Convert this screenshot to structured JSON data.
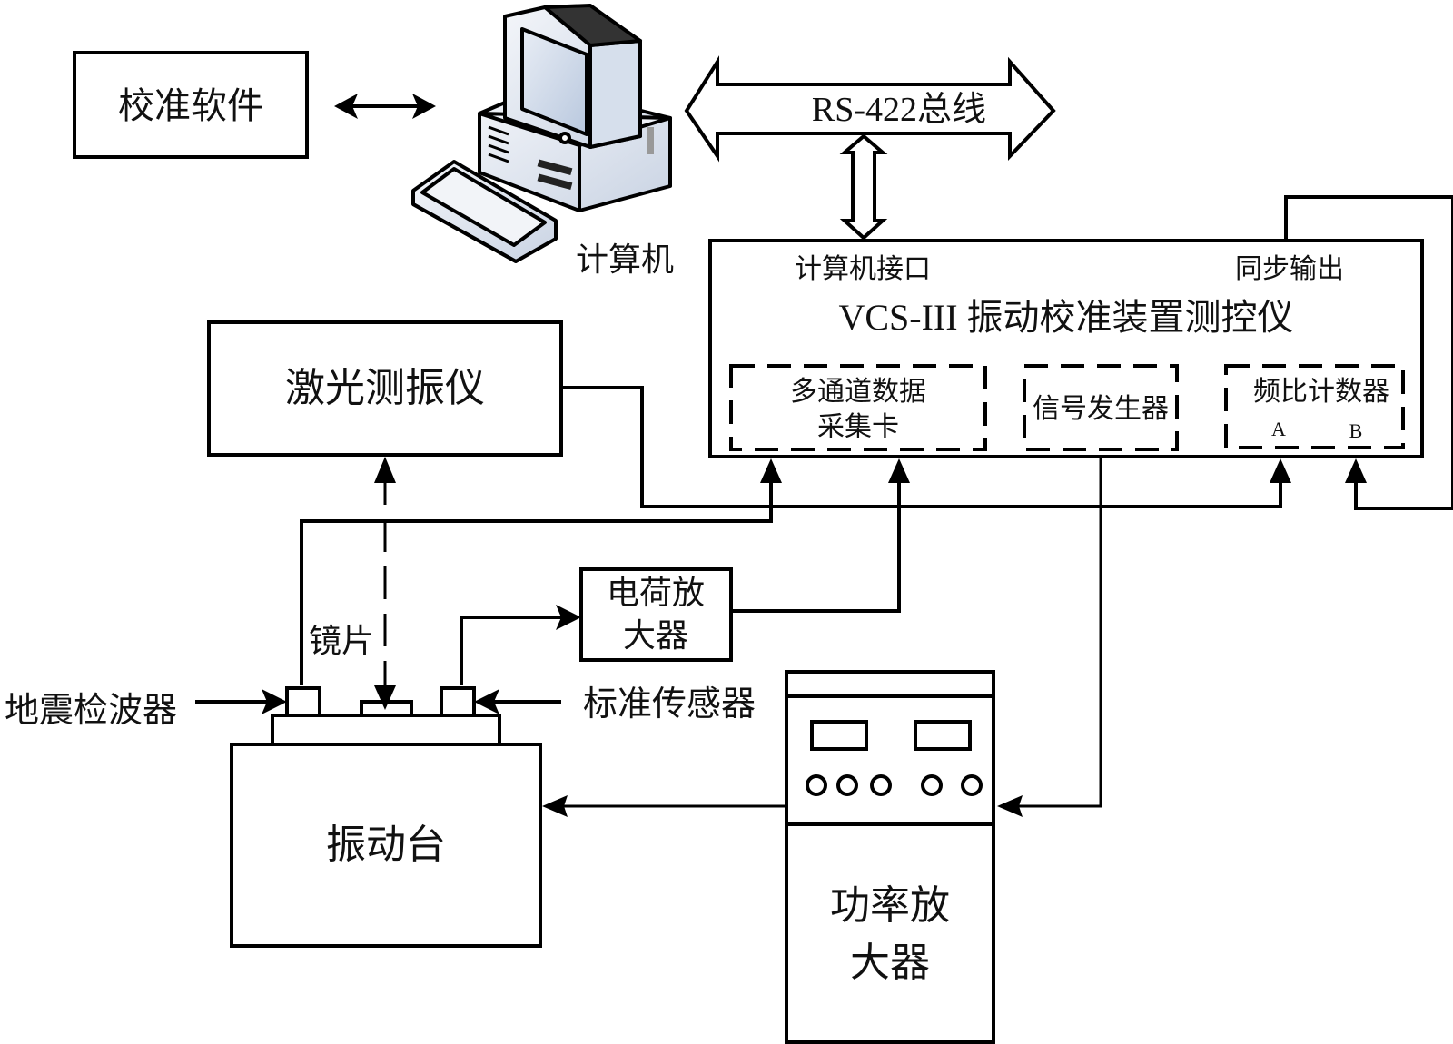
{
  "diagram": {
    "title": "VCS-III vibration calibration system block diagram",
    "nodes": {
      "calibration_software": "校准软件",
      "computer": "计算机",
      "bus": "RS-422总线",
      "controller": {
        "title": "VCS-III 振动校准装置测控仪",
        "computer_interface": "计算机接口",
        "sync_output": "同步输出",
        "daq_card_line1": "多通道数据",
        "daq_card_line2": "采集卡",
        "signal_generator": "信号发生器",
        "freq_ratio_counter": "频比计数器",
        "port_a": "A",
        "port_b": "B"
      },
      "laser_vibrometer": "激光测振仪",
      "charge_amp_line1": "电荷放",
      "charge_amp_line2": "大器",
      "power_amp_line1": "功率放",
      "power_amp_line2": "大器",
      "shaker": "振动台",
      "mirror": "镜片",
      "geophone": "地震检波器",
      "reference_sensor": "标准传感器"
    },
    "icons": {
      "computer": "desktop-computer-icon",
      "arrow": "double-arrow-icon"
    }
  }
}
